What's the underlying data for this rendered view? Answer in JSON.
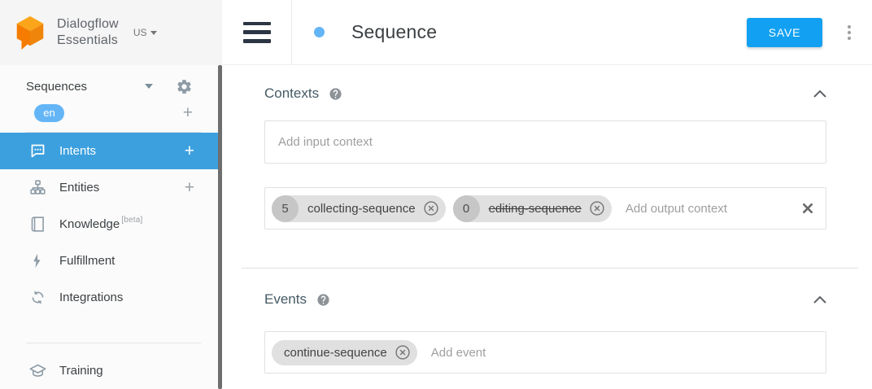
{
  "brand": {
    "line1": "Dialogflow",
    "line2": "Essentials",
    "region": "US"
  },
  "sidebar": {
    "agent_name": "Sequences",
    "language": "en",
    "items": [
      {
        "label": "Intents"
      },
      {
        "label": "Entities"
      },
      {
        "label": "Knowledge",
        "badge": "[beta]"
      },
      {
        "label": "Fulfillment"
      },
      {
        "label": "Integrations"
      },
      {
        "label": "Training"
      }
    ]
  },
  "header": {
    "intent_name": "Sequence",
    "save_label": "SAVE"
  },
  "sections": {
    "contexts": {
      "title": "Contexts",
      "input_placeholder": "Add input context",
      "output_placeholder": "Add output context",
      "output_chips": [
        {
          "lifespan": "5",
          "name": "collecting-sequence",
          "strikethrough": false
        },
        {
          "lifespan": "0",
          "name": "editing-sequence",
          "strikethrough": true
        }
      ]
    },
    "events": {
      "title": "Events",
      "placeholder": "Add event",
      "chips": [
        {
          "name": "continue-sequence"
        }
      ]
    }
  },
  "colors": {
    "save_button_blue": "#12a1f2",
    "selected_nav_blue": "#3da0de",
    "language_badge_blue": "#64b5f6",
    "intent_dot_blue": "#64b5f6",
    "logo_orange": "#f6891f",
    "chip_gray": "#e0e0e0"
  }
}
